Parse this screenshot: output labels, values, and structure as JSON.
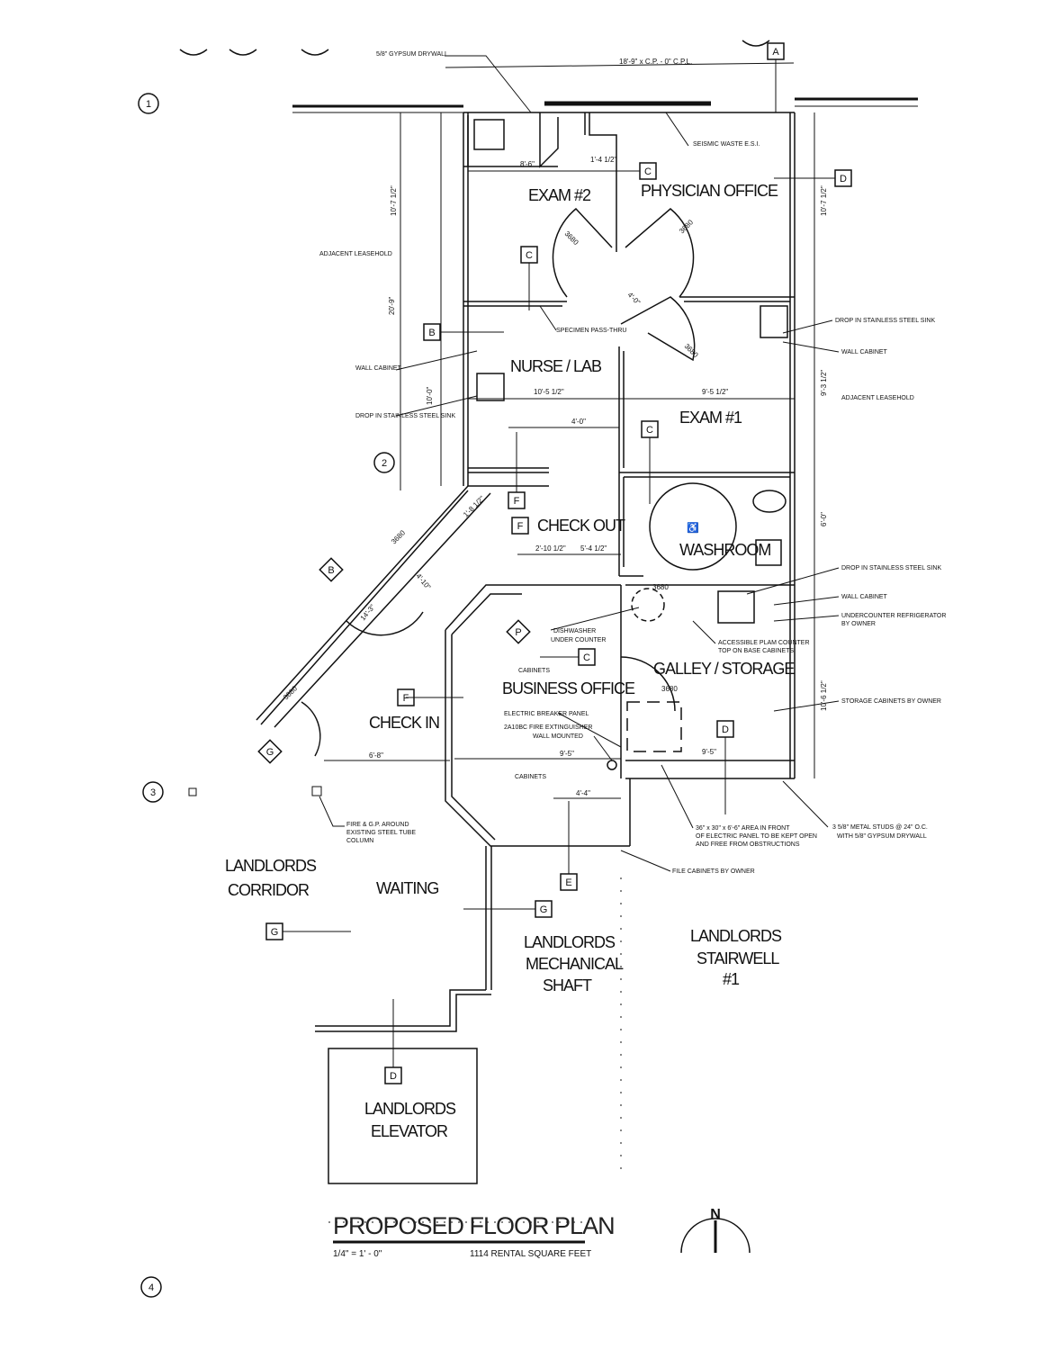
{
  "title": "PROPOSED FLOOR PLAN",
  "scale": "1/4\" = 1' - 0\"",
  "area": "1114 RENTAL SQUARE FEET",
  "north": "N",
  "grid_markers": [
    "1",
    "2",
    "3",
    "4"
  ],
  "rooms": {
    "exam2": "EXAM #2",
    "physician": "PHYSICIAN OFFICE",
    "nurse": "NURSE / LAB",
    "exam1": "EXAM #1",
    "washroom": "WASHROOM",
    "checkout": "CHECK OUT",
    "business": "BUSINESS OFFICE",
    "galley": "GALLEY / STORAGE",
    "checkin": "CHECK IN",
    "waiting": "WAITING",
    "corridor": [
      "LANDLORDS",
      "CORRIDOR"
    ],
    "mechanical": [
      "LANDLORDS",
      "MECHANICAL",
      "SHAFT"
    ],
    "stairwell": [
      "LANDLORDS",
      "STAIRWELL",
      "#1"
    ],
    "elevator": [
      "LANDLORDS",
      "ELEVATOR"
    ],
    "adjacent_left": "ADJACENT LEASEHOLD",
    "adjacent_right": "ADJACENT LEASEHOLD"
  },
  "tags": [
    "A",
    "D",
    "C",
    "C",
    "B",
    "C",
    "F",
    "F",
    "B",
    "P",
    "C",
    "F",
    "G",
    "D",
    "E",
    "G",
    "G",
    "D"
  ],
  "notes": {
    "gypsum": "5/8\" GYPSUM DRYWALL",
    "seismic": "SEISMIC WASTE E.S.I.",
    "specimen": "SPECIMEN PASS-THRU",
    "wall_cab_left": "WALL CABINET",
    "sink_left": "DROP IN STAINLESS STEEL SINK",
    "sink_right": "DROP IN STAINLESS STEEL SINK",
    "wall_cab_right": "WALL CABINET",
    "sink_galley": "DROP IN STAINLESS STEEL SINK",
    "wall_cab_galley": "WALL CABINET",
    "fridge_owner": [
      "UNDERCOUNTER REFRIGERATOR",
      "BY OWNER"
    ],
    "dishwasher": [
      "DISHWASHER",
      "UNDER COUNTER"
    ],
    "counter": [
      "ACCESSIBLE PLAM COUNTER",
      "TOP ON BASE CABINETS"
    ],
    "cabinets1": "CABINETS",
    "cabinets2": "CABINETS",
    "breaker": "ELECTRIC BREAKER PANEL",
    "extinguisher": [
      "2A10BC FIRE EXTINGUISHER",
      "WALL MOUNTED"
    ],
    "storage": "STORAGE CABINETS BY OWNER",
    "clearance": [
      "36\" x 30\" x 6'-6\" AREA IN FRONT",
      "OF ELECTRIC PANEL TO BE KEPT OPEN",
      "AND FREE FROM OBSTRUCTIONS"
    ],
    "studs": [
      "3 5/8\" METAL STUDS @ 24\" O.C.",
      "WITH 5/8\" GYPSUM DRYWALL"
    ],
    "file": "FILE CABINETS BY OWNER",
    "column": [
      "FIRE & G.P. AROUND",
      "EXISTING STEEL TUBE",
      "COLUMN"
    ]
  },
  "dimensions": {
    "overall": "18'-9\" x C.P. - 0\" C.P.L.",
    "d1": "8'-6\"",
    "d2": "1'-4 1/2\"",
    "d3": "10'-7 1/2\"",
    "d4": "10'-7 1/2\"",
    "d5": "20'-9\"",
    "d6": "10'-0\"",
    "d7": "10'-5 1/2\"",
    "d8": "9'-5 1/2\"",
    "d9": "4'-0\"",
    "d10": "9'-3 1/2\"",
    "d11": "6'-0\"",
    "d12": "2'-10 1/2\"",
    "d13": "5'-4 1/2\"",
    "d14": "1'-8 1/2\"",
    "d15": "4'-10\"",
    "d16": "14'-3\"",
    "d17": "6'-8\"",
    "d18": "9'-5\"",
    "d19": "9'-5\"",
    "d20": "4'-4\"",
    "d21": "10'-6 1/2\"",
    "door1": "3680",
    "door2": "3680",
    "door3": "3680",
    "door4": "3680",
    "door5": "3680",
    "door6": "3680",
    "door7": "3680",
    "d22": "4'-0\""
  }
}
